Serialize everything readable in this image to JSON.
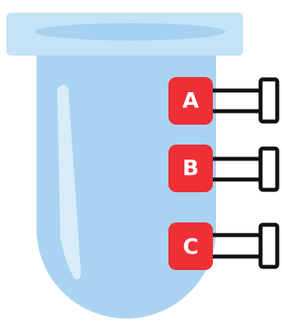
{
  "diagram": {
    "colors": {
      "tube_body": "#a9d3f1",
      "tube_cap": "#c4e3f6",
      "tube_cap_inner": "#a6d2f0",
      "tube_highlight": "#d8ecf9",
      "label_fill": "#ef2f36",
      "connector_stroke": "#111111",
      "connector_fill": "#ffffff"
    },
    "labels": [
      {
        "id": "a",
        "text": "A"
      },
      {
        "id": "b",
        "text": "B"
      },
      {
        "id": "c",
        "text": "C"
      }
    ]
  }
}
